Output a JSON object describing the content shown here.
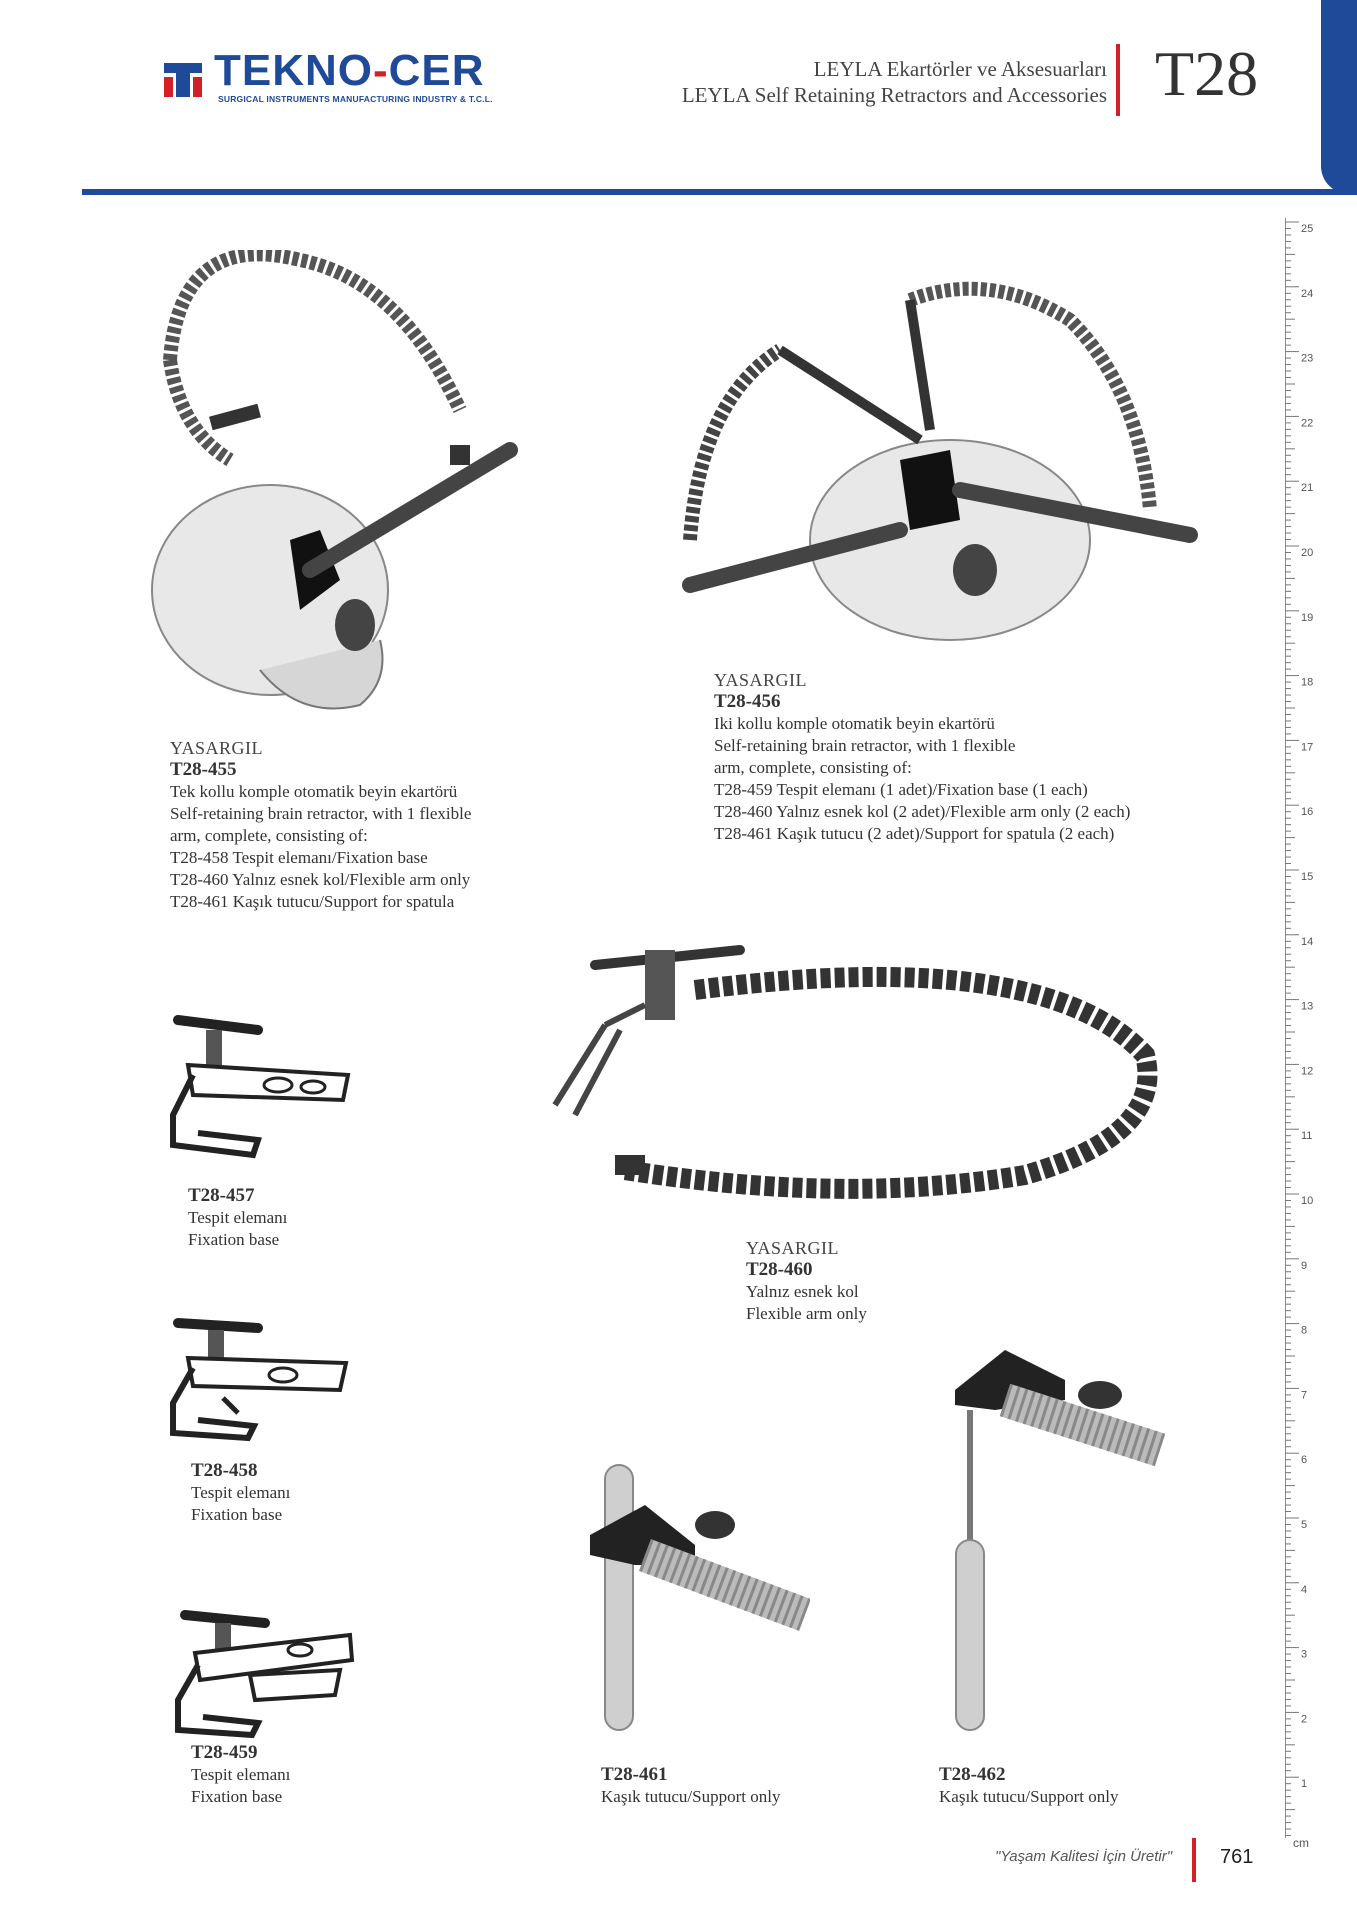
{
  "header": {
    "logo_text_a": "TEKNO",
    "logo_text_sep": "-",
    "logo_text_b": "CER",
    "logo_tagline": "SURGICAL INSTRUMENTS MANUFACTURING INDUSTRY & T.C.L.",
    "title_tr": "LEYLA Ekartörler ve Aksesuarları",
    "title_en": "LEYLA Self Retaining Retractors and Accessories",
    "section_code": "T28",
    "accent_blue": "#1f4a9a",
    "accent_red": "#d32027"
  },
  "ruler": {
    "unit": "cm",
    "labels": [
      "25",
      "24",
      "23",
      "22",
      "21",
      "20",
      "19",
      "18",
      "17",
      "16",
      "15",
      "14",
      "13",
      "12",
      "11",
      "10",
      "9",
      "8",
      "7",
      "6",
      "5",
      "4",
      "3",
      "2",
      "1"
    ]
  },
  "products": {
    "p455": {
      "brand": "YASARGIL",
      "code": "T28-455",
      "lines": [
        "Tek kollu komple otomatik beyin ekartörü",
        "Self-retaining brain retractor, with 1 flexible",
        "arm, complete, consisting  of:",
        "T28-458 Tespit elemanı/Fixation base",
        "T28-460 Yalnız esnek kol/Flexible arm only",
        "T28-461 Kaşık tutucu/Support for spatula"
      ]
    },
    "p456": {
      "brand": "YASARGIL",
      "code": "T28-456",
      "lines": [
        "Iki  kollu komple otomatik beyin ekartörü",
        "Self-retaining brain retractor, with 1 flexible",
        "arm, complete, consisting  of:",
        "T28-459 Tespit elemanı (1 adet)/Fixation base (1 each)",
        "T28-460 Yalnız esnek kol (2 adet)/Flexible arm only (2 each)",
        "T28-461 Kaşık tutucu (2 adet)/Support for spatula (2 each)"
      ]
    },
    "p457": {
      "code": "T28-457",
      "lines": [
        "Tespit elemanı",
        "Fixation base"
      ]
    },
    "p458": {
      "code": "T28-458",
      "lines": [
        "Tespit elemanı",
        "Fixation base"
      ]
    },
    "p459": {
      "code": "T28-459",
      "lines": [
        "Tespit elemanı",
        "Fixation base"
      ]
    },
    "p460": {
      "brand": "YASARGIL",
      "code": "T28-460",
      "lines": [
        "Yalnız esnek kol",
        "Flexible arm only"
      ]
    },
    "p461": {
      "code": "T28-461",
      "lines": [
        "Kaşık tutucu/Support only"
      ]
    },
    "p462": {
      "code": "T28-462",
      "lines": [
        "Kaşık tutucu/Support only"
      ]
    }
  },
  "footer": {
    "slogan": "\"Yaşam Kalitesi İçin Üretir\"",
    "page_number": "761"
  }
}
